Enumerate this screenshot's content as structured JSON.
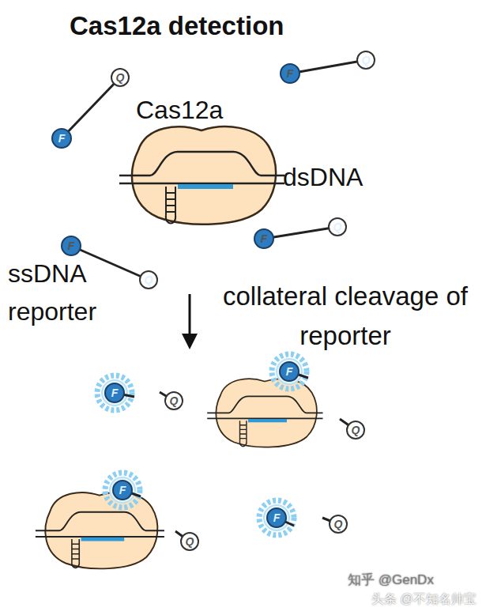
{
  "diagram": {
    "title": "Cas12a detection",
    "labels": [
      "Cas12a",
      "dsDNA",
      "ssDNA reporter",
      "collateral cleavage of reporter",
      "Q",
      "F",
      "F",
      "Q",
      "F",
      "Q",
      "F",
      "Q",
      "F",
      "Q",
      "F",
      "Q",
      "F",
      "Q",
      "F",
      "Q",
      "知乎 @GenDx",
      "头条 @不知名帅宝"
    ]
  }
}
